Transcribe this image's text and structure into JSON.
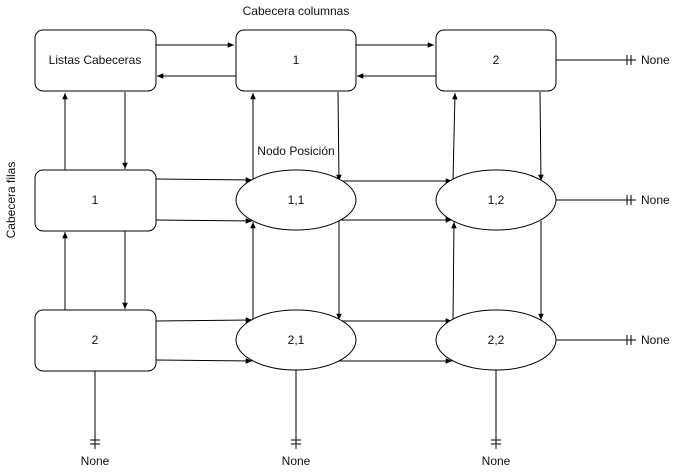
{
  "labels": {
    "column_header_title": "Cabecera columnas",
    "row_header_title": "Cabecera filas",
    "node_position_label": "Nodo Posición",
    "none": "None"
  },
  "header_nodes": {
    "root": "Listas Cabeceras",
    "col_1": "1",
    "col_2": "2",
    "row_1": "1",
    "row_2": "2"
  },
  "cells": {
    "r1c1": "1,1",
    "r1c2": "1,2",
    "r2c1": "2,1",
    "r2c2": "2,2"
  },
  "colors": {
    "stroke": "#000000",
    "background": "#ffffff",
    "text": "#111111"
  }
}
